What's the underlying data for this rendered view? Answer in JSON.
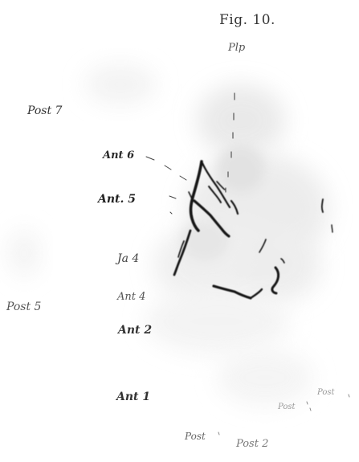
{
  "figure": {
    "title": "Fig. 10.",
    "labels": {
      "plp": "Plp",
      "post_7": "Post 7",
      "ant_6": "Ant 6",
      "ant_5": "Ant. 5",
      "ja_4": "Ja 4",
      "ant_4": "Ant 4",
      "post_5": "Post 5",
      "ant_2": "Ant 2",
      "ant_1": "Ant 1",
      "post_a": "Post",
      "post_b": "Post",
      "post_c": "Post",
      "post_2": "Post 2"
    }
  }
}
